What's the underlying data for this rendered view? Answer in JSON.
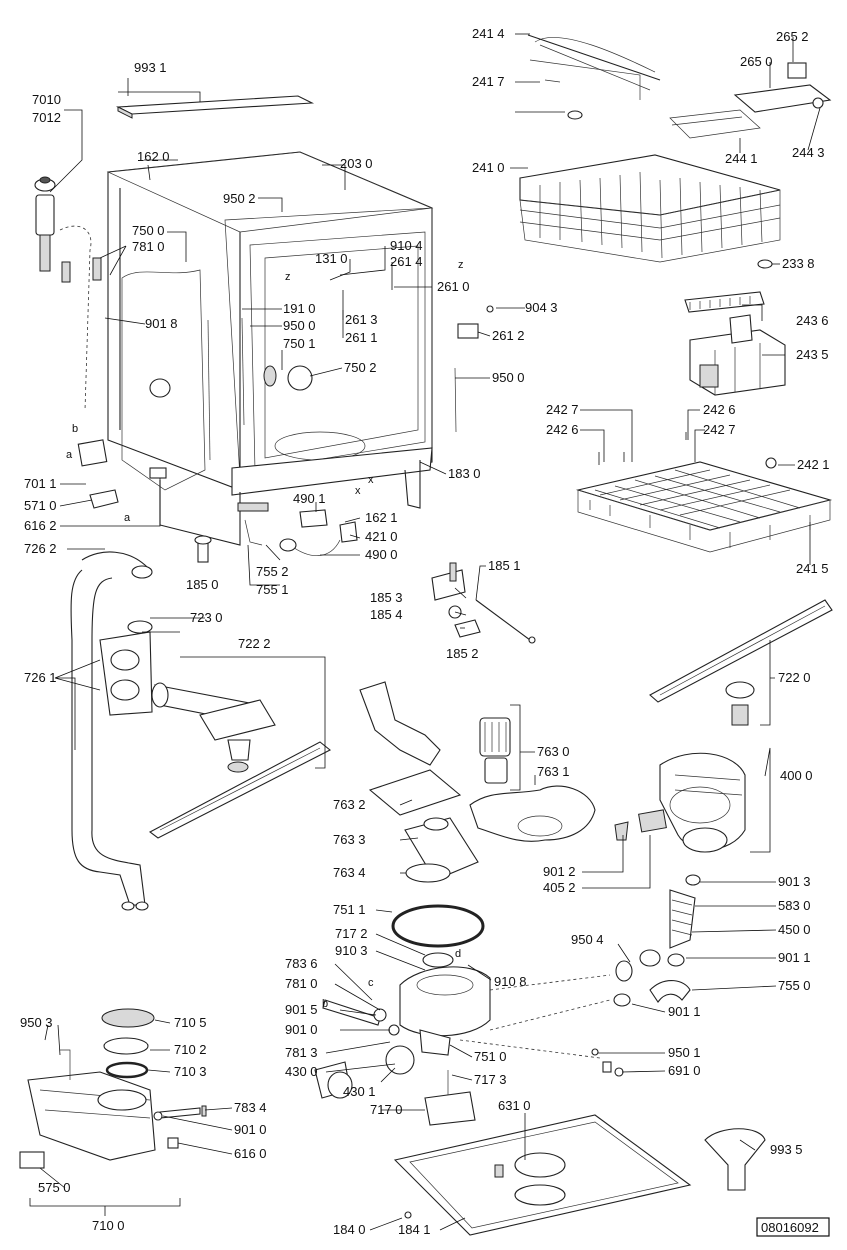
{
  "diagram_code": "08016092",
  "part_labels": [
    "993 1",
    "7010",
    "7012",
    "162 0",
    "203 0",
    "950 2",
    "750 0",
    "781 0",
    "910 4",
    "261 4",
    "131 0",
    "261 0",
    "904 3",
    "261 3",
    "261 1",
    "191 0",
    "950 0",
    "901 8",
    "750 1",
    "750 2",
    "261 2",
    "950 0",
    "183 0",
    "701 1",
    "571 0",
    "616 2",
    "490 1",
    "162 1",
    "421 0",
    "490 0",
    "726 2",
    "185 0",
    "755 2",
    "755 1",
    "185 3",
    "185 1",
    "185 4",
    "185 2",
    "723 0",
    "722 2",
    "726 1",
    "241 4",
    "265 2",
    "241 7",
    "265 0",
    "244 1",
    "244 3",
    "241 0",
    "233 8",
    "243 6",
    "243 5",
    "242 7",
    "242 6",
    "242 6",
    "242 7",
    "242 1",
    "241 5",
    "722 0",
    "400 0",
    "763 0",
    "763 1",
    "763 2",
    "763 3",
    "763 4",
    "901 2",
    "405 2",
    "901 3",
    "751 1",
    "583 0",
    "717 2",
    "450 0",
    "910 3",
    "950 4",
    "901 1",
    "783 6",
    "910 8",
    "781 0",
    "755 0",
    "901 5",
    "901 1",
    "950 3",
    "710 5",
    "901 0",
    "710 2",
    "781 3",
    "751 0",
    "950 1",
    "710 3",
    "430 0",
    "430 1",
    "717 3",
    "691 0",
    "783 4",
    "717 0",
    "631 0",
    "901 0",
    "616 0",
    "993 5",
    "575 0",
    "710 0",
    "184 0",
    "184 1"
  ],
  "letter_marks": [
    "b",
    "a",
    "a",
    "z",
    "z",
    "x",
    "x",
    "b",
    "c",
    "d"
  ]
}
